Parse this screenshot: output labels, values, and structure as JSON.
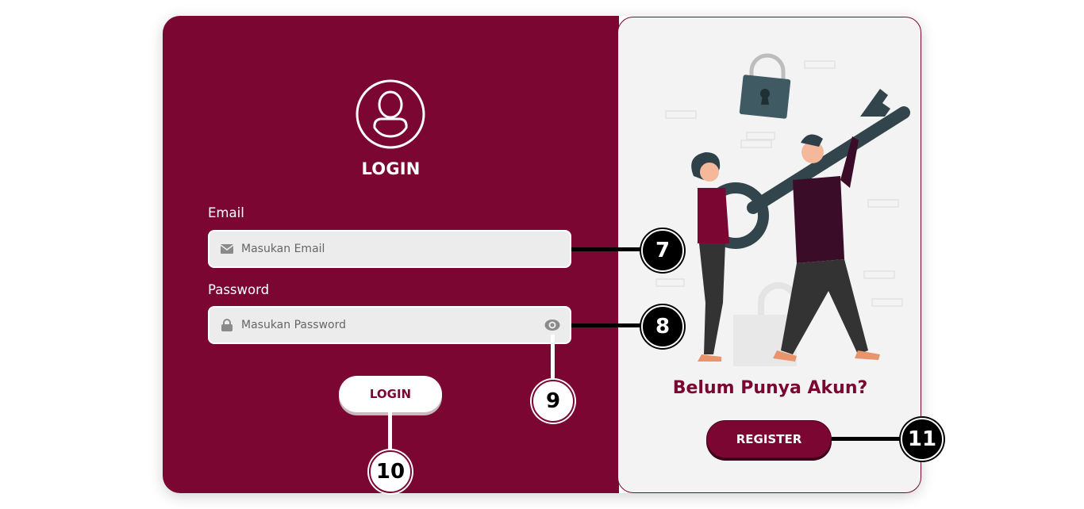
{
  "login_panel": {
    "title": "LOGIN",
    "email": {
      "label": "Email",
      "placeholder": "Masukan Email",
      "icon": "envelope-icon"
    },
    "password": {
      "label": "Password",
      "placeholder": "Masukan Password",
      "icon": "lock-icon",
      "toggle_icon": "eye-icon"
    },
    "submit_label": "LOGIN"
  },
  "register_panel": {
    "heading": "Belum Punya Akun?",
    "register_label": "REGISTER",
    "illustration": "two-people-carrying-key-illustration"
  },
  "annotations": [
    {
      "number": "7",
      "target": "email-input"
    },
    {
      "number": "8",
      "target": "password-input"
    },
    {
      "number": "9",
      "target": "password-visibility-toggle"
    },
    {
      "number": "10",
      "target": "login-button"
    },
    {
      "number": "11",
      "target": "register-button"
    }
  ],
  "colors": {
    "primary": "#7c0632",
    "panel_light": "#f3f3f3",
    "input_bg": "#ececec",
    "white": "#ffffff"
  }
}
